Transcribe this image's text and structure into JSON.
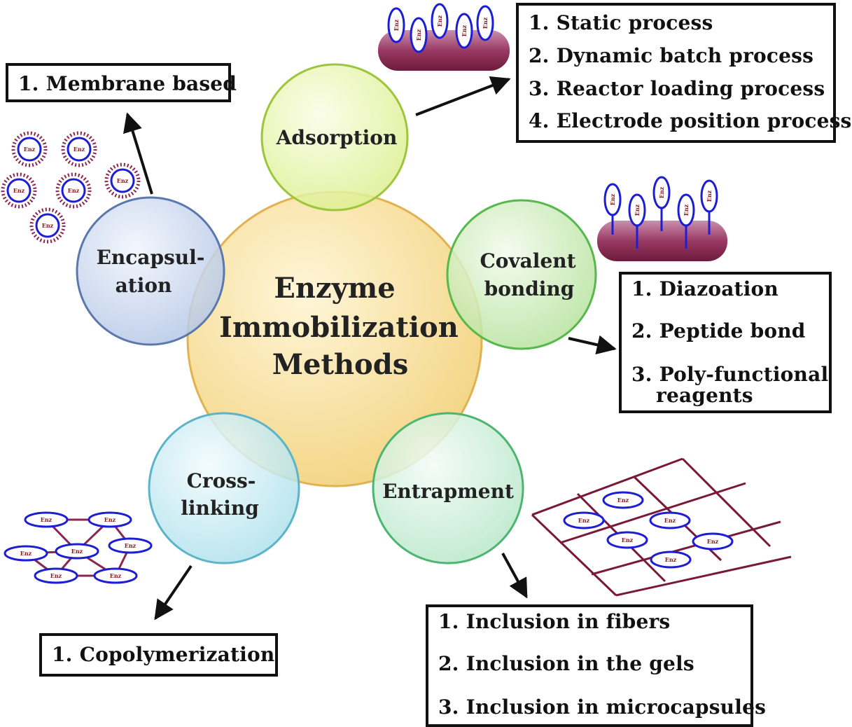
{
  "center": {
    "line1": "Enzyme",
    "line2": "Immobilization",
    "line3": "Methods"
  },
  "methods": {
    "adsorption": {
      "label": "Adsorption"
    },
    "covalent": {
      "line1": "Covalent",
      "line2": "bonding"
    },
    "entrapment": {
      "label": "Entrapment"
    },
    "crosslinking": {
      "line1": "Cross-",
      "line2": "linking"
    },
    "encapsulation": {
      "line1": "Encapsul-",
      "line2": "ation"
    }
  },
  "boxes": {
    "adsorption": [
      "1. Static process",
      "2. Dynamic batch process",
      "3. Reactor loading process",
      "4. Electrode position process"
    ],
    "encapsulation": [
      "1. Membrane based"
    ],
    "covalent": [
      "1. Diazoation",
      "2. Peptide bond",
      "3. Poly-functional",
      "reagents"
    ],
    "entrapment": [
      "1. Inclusion in fibers",
      "2. Inclusion in the gels",
      "3. Inclusion in microcapsules"
    ],
    "crosslinking": [
      "1. Copolymerization"
    ]
  },
  "enzyme_tag": "Enz",
  "colors": {
    "center_fill": "#f7dc94",
    "center_stroke": "#e0b252",
    "adsorption_fill": "#e6f5a4",
    "adsorption_stroke": "#9cc63c",
    "covalent_fill": "#c7ecb4",
    "covalent_stroke": "#57b84b",
    "entrapment_fill": "#cdf0dc",
    "entrapment_stroke": "#4cb56f",
    "crosslinking_fill": "#c5ebf2",
    "crosslinking_stroke": "#5cb4c8",
    "encapsulation_fill": "#cbd8ee",
    "encapsulation_stroke": "#5b78ad",
    "enzyme_outline": "#1d1dd6",
    "enzyme_text": "#8a1a1a",
    "carrier": "#8a2650",
    "mesh": "#7a1838"
  }
}
